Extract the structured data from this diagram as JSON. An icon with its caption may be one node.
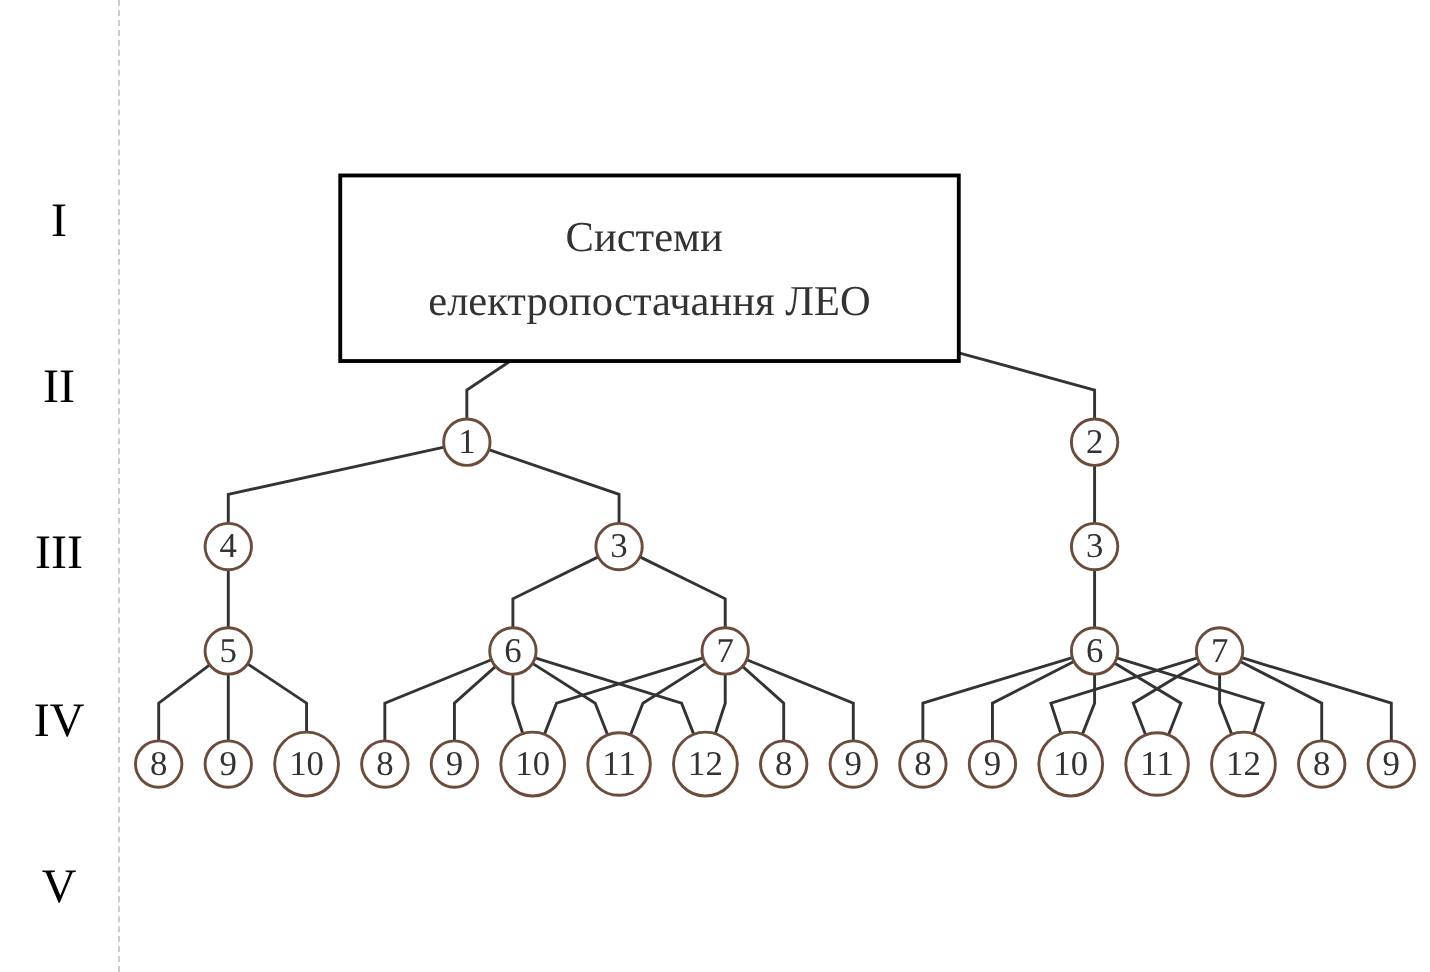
{
  "diagram": {
    "nodes": [
      {
        "text": [
          "Системи електропостачання ЛЕО"
        ]
      },
      {
        "text": [
          "1"
        ]
      },
      {
        "text": [
          "2"
        ]
      },
      {
        "text": [
          "4"
        ]
      },
      {
        "text": [
          "3"
        ]
      },
      {
        "text": [
          "3"
        ]
      },
      {
        "text": [
          "5"
        ]
      },
      {
        "text": [
          "6"
        ]
      },
      {
        "text": [
          "7"
        ]
      },
      {
        "text": [
          "7"
        ]
      },
      {
        "text": [
          "6"
        ]
      },
      {
        "text": [
          "8"
        ]
      },
      {
        "text": [
          "9"
        ]
      },
      {
        "text": [
          "8"
        ]
      },
      {
        "text": [
          "9"
        ]
      },
      {
        "text": [
          "8"
        ]
      },
      {
        "text": [
          "9"
        ]
      },
      {
        "text": [
          "8"
        ]
      },
      {
        "text": [
          "9"
        ]
      },
      {
        "text": [
          "8"
        ]
      },
      {
        "text": [
          "9"
        ]
      },
      {
        "text": [
          "10"
        ]
      },
      {
        "text": [
          "10"
        ]
      },
      {
        "text": [
          "11"
        ]
      },
      {
        "text": [
          "12"
        ]
      },
      {
        "text": [
          "10"
        ]
      },
      {
        "text": [
          "11"
        ]
      },
      {
        "text": [
          "12"
        ]
      }
    ],
    "edges": [
      {
        "from": 0,
        "to": 1,
        "arrow": "none"
      },
      {
        "from": 0,
        "to": 2,
        "arrow": "none"
      },
      {
        "from": 1,
        "to": 3,
        "arrow": "none"
      },
      {
        "from": 1,
        "to": 4,
        "arrow": "none"
      },
      {
        "from": 2,
        "to": 5,
        "arrow": "none"
      },
      {
        "from": 3,
        "to": 6,
        "arrow": "none"
      },
      {
        "from": 4,
        "to": 7,
        "arrow": "none"
      },
      {
        "from": 4,
        "to": 8,
        "arrow": "none"
      },
      {
        "from": 5,
        "to": 10,
        "arrow": "none"
      },
      {
        "from": 6,
        "to": 11,
        "arrow": "none"
      },
      {
        "from": 6,
        "to": 12,
        "arrow": "none"
      },
      {
        "from": 6,
        "to": 21,
        "arrow": "none"
      },
      {
        "from": 7,
        "to": 13,
        "arrow": "none"
      },
      {
        "from": 7,
        "to": 14,
        "arrow": "none"
      },
      {
        "from": 8,
        "to": 15,
        "arrow": "none"
      },
      {
        "from": 8,
        "to": 16,
        "arrow": "none"
      },
      {
        "from": 7,
        "to": 22,
        "arrow": "none"
      },
      {
        "from": 7,
        "to": 23,
        "arrow": "none"
      },
      {
        "from": 7,
        "to": 24,
        "arrow": "none"
      },
      {
        "from": 8,
        "to": 22,
        "arrow": "none"
      },
      {
        "from": 8,
        "to": 23,
        "arrow": "none"
      },
      {
        "from": 8,
        "to": 24,
        "arrow": "none"
      },
      {
        "from": 9,
        "to": 17,
        "arrow": "none"
      },
      {
        "from": 9,
        "to": 18,
        "arrow": "none"
      },
      {
        "from": 10,
        "to": 19,
        "arrow": "none"
      },
      {
        "from": 10,
        "to": 20,
        "arrow": "none"
      },
      {
        "from": 9,
        "to": 25,
        "arrow": "none"
      },
      {
        "from": 9,
        "to": 26,
        "arrow": "none"
      },
      {
        "from": 9,
        "to": 27,
        "arrow": "none"
      },
      {
        "from": 10,
        "to": 25,
        "arrow": "none"
      },
      {
        "from": 10,
        "to": 26,
        "arrow": "none"
      },
      {
        "from": 10,
        "to": 27,
        "arrow": "none"
      }
    ],
    "labels": [
      "I",
      "II",
      "III",
      "IV",
      "V"
    ]
  }
}
